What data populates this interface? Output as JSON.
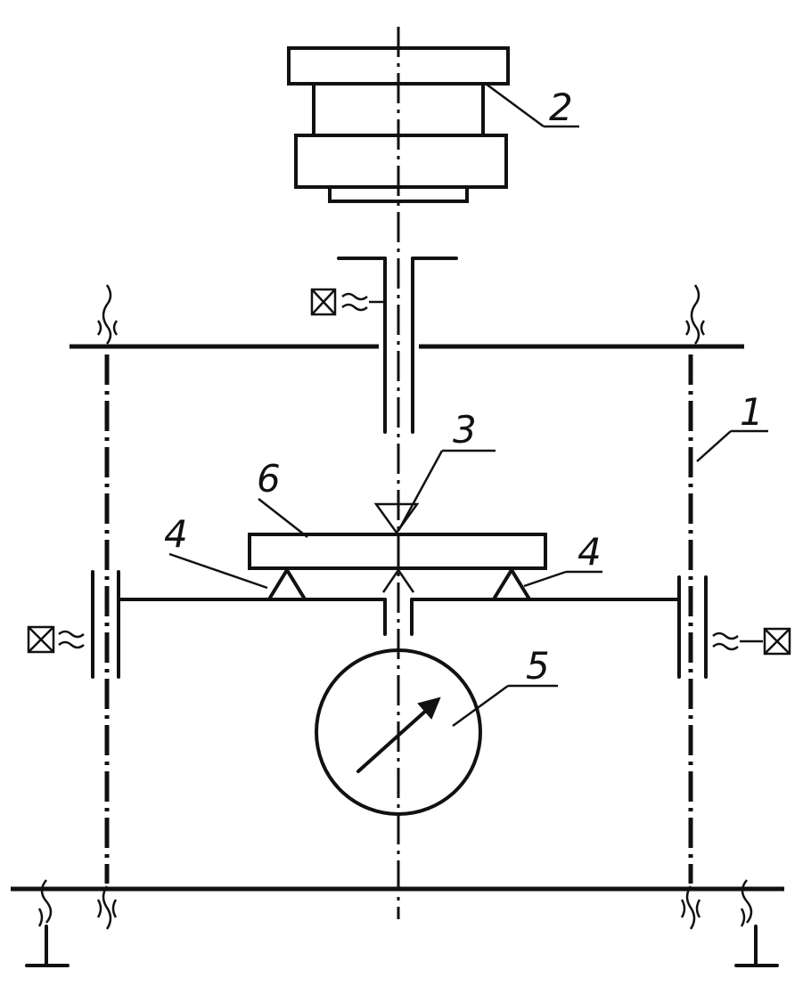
{
  "labels": {
    "frame": "1",
    "press_head": "2",
    "indenter": "3",
    "supports": "4",
    "dial_gauge": "5",
    "specimen": "6"
  },
  "colors": {
    "ink": "#111111",
    "paper": "#ffffff"
  },
  "icons": {
    "fixture_left": "crossed-box-icon",
    "fixture_upper": "crossed-box-icon",
    "fixture_right": "crossed-box-icon",
    "break_mark": "wavy-break-icon"
  }
}
